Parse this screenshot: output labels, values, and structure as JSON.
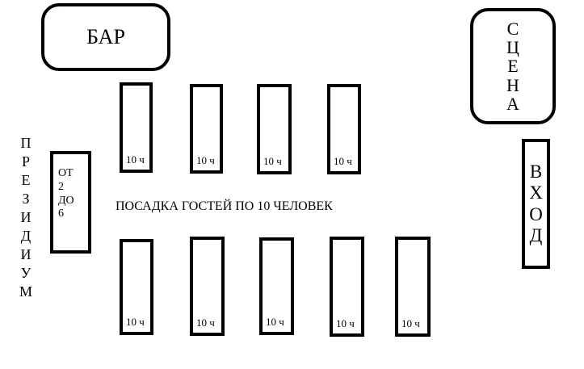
{
  "bar": {
    "label": "БАР"
  },
  "stage": {
    "letters": [
      "С",
      "Ц",
      "Е",
      "Н",
      "А"
    ]
  },
  "entrance": {
    "letters": [
      "В",
      "Х",
      "О",
      "Д"
    ]
  },
  "presidium": {
    "letters": [
      "П",
      "Р",
      "Е",
      "З",
      "И",
      "Д",
      "И",
      "У",
      "М"
    ],
    "table_lines": [
      "ОТ",
      "2",
      "ДО",
      "6"
    ]
  },
  "seating_caption": "ПОСАДКА ГОСТЕЙ ПО 10 ЧЕЛОВЕК",
  "tables": {
    "top_row": [
      "10 ч",
      "10 ч",
      "10 ч",
      "10 ч"
    ],
    "bottom_row": [
      "10 ч",
      "10 ч",
      "10 ч",
      "10 ч",
      "10 ч"
    ]
  }
}
